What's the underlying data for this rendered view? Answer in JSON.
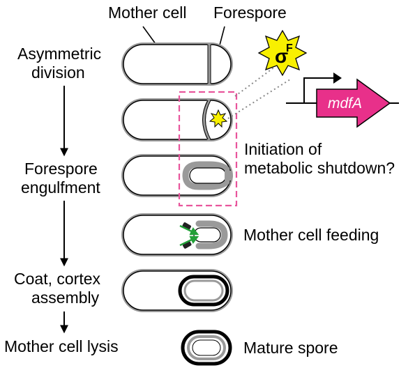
{
  "labels": {
    "mother_cell": "Mother cell",
    "forespore": "Forespore",
    "asymmetric_line1": "Asymmetric",
    "asymmetric_line2": "division",
    "engulf_line1": "Forespore",
    "engulf_line2": "engulfment",
    "coat_line1": "Coat, cortex",
    "coat_line2": "assembly",
    "lysis": "Mother cell lysis",
    "initiation_line1": "Initiation of",
    "initiation_line2": "metabolic shutdown?",
    "feeding": "Mother cell feeding",
    "mature": "Mature spore"
  },
  "sigma": {
    "symbol": "σ",
    "superscript": "F"
  },
  "gene": {
    "name": "mdfA"
  },
  "colors": {
    "highlight_box": "#e8559c",
    "gene_arrow": "#e8308a",
    "sigma_star": "#f8f000",
    "feeding_arrow": "#22a038",
    "cell_outline": "#9a9a9a"
  }
}
